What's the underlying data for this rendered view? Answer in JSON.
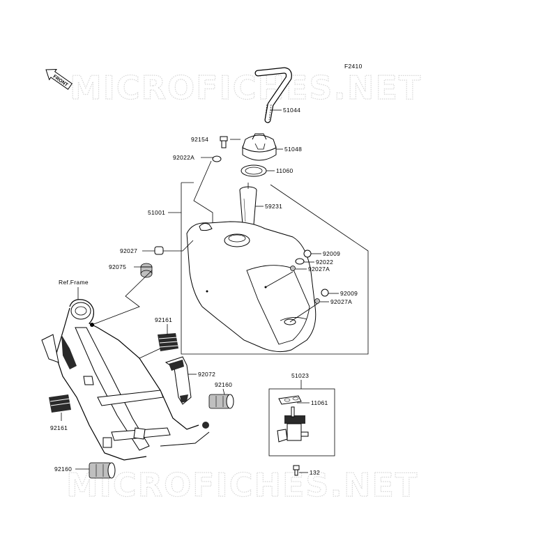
{
  "figure_code": "F2410",
  "watermark_text": "MICROFICHES.NET",
  "front_arrow_text": "FRONT",
  "ref_frame_label": "Ref.Frame",
  "callouts": [
    {
      "id": "51044",
      "label": "51044"
    },
    {
      "id": "92154",
      "label": "92154"
    },
    {
      "id": "51048",
      "label": "51048"
    },
    {
      "id": "92022A",
      "label": "92022A"
    },
    {
      "id": "11060",
      "label": "11060"
    },
    {
      "id": "59231",
      "label": "59231"
    },
    {
      "id": "51001",
      "label": "51001"
    },
    {
      "id": "92027",
      "label": "92027"
    },
    {
      "id": "92009a",
      "label": "92009"
    },
    {
      "id": "92022",
      "label": "92022"
    },
    {
      "id": "92075",
      "label": "92075"
    },
    {
      "id": "92027Aa",
      "label": "92027A"
    },
    {
      "id": "92009b",
      "label": "92009"
    },
    {
      "id": "92027Ab",
      "label": "92027A"
    },
    {
      "id": "92161a",
      "label": "92161"
    },
    {
      "id": "92072",
      "label": "92072"
    },
    {
      "id": "51023",
      "label": "51023"
    },
    {
      "id": "92160a",
      "label": "92160"
    },
    {
      "id": "11061",
      "label": "11061"
    },
    {
      "id": "92161b",
      "label": "92161"
    },
    {
      "id": "132",
      "label": "132"
    },
    {
      "id": "92160b",
      "label": "92160"
    }
  ]
}
